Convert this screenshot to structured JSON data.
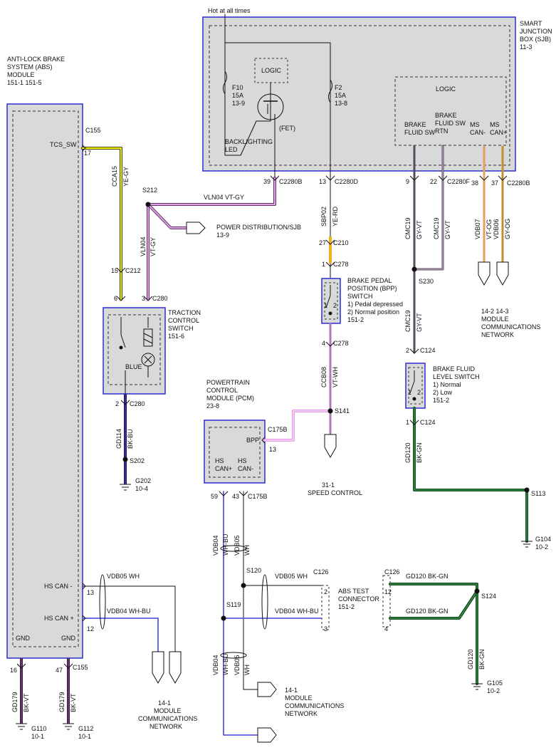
{
  "sjb": {
    "title_lines": [
      "SMART",
      "JUNCTION",
      "BOX (SJB)",
      "11-3"
    ],
    "hot_label": "Hot at all times",
    "logic1": "LOGIC",
    "logic2": "LOGIC",
    "fet": "(FET)",
    "f10": [
      "F10",
      "15A",
      "13-9"
    ],
    "f2": [
      "F2",
      "15A",
      "13-8"
    ],
    "backlight": [
      "BACKLIGHTING",
      "LED"
    ],
    "brake_fluid_sw": [
      "BRAKE",
      "FLUID SW"
    ],
    "brake_fluid_sw_rtn": [
      "BRAKE",
      "FLUID SW",
      "RTN"
    ],
    "ms_can_minus": [
      "MS",
      "CAN-"
    ],
    "ms_can_plus": [
      "MS",
      "CAN+"
    ]
  },
  "abs": {
    "title_lines": [
      "ANTI-LOCK BRAKE",
      "SYSTEM (ABS)",
      "MODULE",
      "151-1  151-5"
    ],
    "tcs_sw": "TCS_SW",
    "hs_can_minus": "HS CAN -",
    "hs_can_plus": "HS CAN +",
    "gnd1": "GND",
    "gnd2": "GND"
  },
  "traction": {
    "title_lines": [
      "TRACTION",
      "CONTROL",
      "SWITCH",
      "151-6"
    ],
    "blue": "BLUE"
  },
  "pcm": {
    "title_lines": [
      "POWERTRAIN",
      "CONTROL",
      "MODULE (PCM)",
      "23-8"
    ],
    "bpp": "BPP",
    "hs_can_plus": [
      "HS",
      "CAN+"
    ],
    "hs_can_minus": [
      "HS",
      "CAN-"
    ]
  },
  "bpp_switch": {
    "title_lines": [
      "BRAKE PEDAL",
      "POSITION (BPP)",
      "SWITCH",
      "1) Pedal depressed",
      "2) Normal position",
      "151-2"
    ],
    "pos1": "1",
    "pos2": "2"
  },
  "bfl_switch": {
    "title_lines": [
      "BRAKE FLUID",
      "LEVEL SWITCH",
      "1) Normal",
      "2) Low",
      "151-2"
    ],
    "pos1": "1",
    "pos2": "2"
  },
  "abs_test": {
    "title_lines": [
      "ABS TEST",
      "CONNECTOR",
      "151-2"
    ]
  },
  "connectors": {
    "c155": "C155",
    "c155_pin_a": "17",
    "c155_b": "C155",
    "c155_pin_b": "47",
    "c155_pin_16": "16",
    "c212": "C212",
    "c212_pin": "15",
    "c280_top": "C280",
    "c280_pin6": "6",
    "c280_pin3": "3",
    "c280_bot": "C280",
    "c280_pin2": "2",
    "c2280b_a": "C2280B",
    "pin39": "39",
    "c2280d": "C2280D",
    "pin13": "13",
    "c2280f": "C2280F",
    "pin9": "9",
    "pin22": "22",
    "c2280b_b": "C2280B",
    "pin38": "38",
    "pin37": "37",
    "c210": "C210",
    "pin27": "27",
    "c278_top": "C278",
    "pin1_c278": "1",
    "c278_bot": "C278",
    "pin4_c278": "4",
    "c175b_a": "C175B",
    "pin13_c175b": "13",
    "c175b_b": "C175B",
    "pin59": "59",
    "pin43": "43",
    "c124_a": "C124",
    "pin2_c124": "2",
    "c124_b": "C124",
    "pin1_c124": "1",
    "c126_a": "C126",
    "pin2_c126": "2",
    "pin3_c126": "3",
    "c126_b": "C126",
    "pin12_c126": "12",
    "pin4_c126": "4",
    "pin13_abs": "13",
    "pin12_abs": "12"
  },
  "splices": {
    "s212": "S212",
    "s202": "S202",
    "s141": "S141",
    "s230": "S230",
    "s113": "S113",
    "s120": "S120",
    "s119": "S119",
    "s124": "S124"
  },
  "grounds": {
    "g202": [
      "G202",
      "10-4"
    ],
    "g104": [
      "G104",
      "10-2"
    ],
    "g105": [
      "G105",
      "10-2"
    ],
    "g110": [
      "G110",
      "10-1"
    ],
    "g112": [
      "G112",
      "10-1"
    ]
  },
  "circuits": {
    "cca15": [
      "CCA15",
      "YE-GY"
    ],
    "vln04_h": "VLN04   VT-GY",
    "vln04_v": [
      "VLN04",
      "VT-GY"
    ],
    "gd114": [
      "GD114",
      "BK-BU"
    ],
    "sbp02": [
      "SBP02",
      "YE-RD"
    ],
    "ccb08": [
      "CCB08",
      "VT-WH"
    ],
    "cmc19_a": [
      "CMC19",
      "GY-VT"
    ],
    "cmc19_b": [
      "CMC19",
      "GY-VT"
    ],
    "cmc19_c": [
      "CMC19",
      "GY-VT"
    ],
    "vdb07": [
      "VDB07",
      "VT-OG"
    ],
    "vdb06": [
      "VDB06",
      "GY-OG"
    ],
    "gd120_v": [
      "GD120",
      "BK-GN"
    ],
    "gd120_v2": [
      "GD120",
      "BK-GN"
    ],
    "gd120_h1": "GD120   BK-GN",
    "gd120_h2": "GD120   BK-GN",
    "vdb05_h1": "VDB05    WH",
    "vdb04_h1": "VDB04    WH-BU",
    "vdb05_h2": "VDB05    WH",
    "vdb04_h2": "VDB04    WH-BU",
    "vdb04_v": [
      "VDB04",
      "WH-BU"
    ],
    "vdb05_v": [
      "VDB05",
      "WH"
    ],
    "vdb04_v2": [
      "VDB04",
      "WH-BU"
    ],
    "vdb05_v2": [
      "VDB05",
      "WH"
    ],
    "gd179_a": [
      "GD179",
      "BK-VT"
    ],
    "gd179_b": [
      "GD179",
      "BK-VT"
    ]
  },
  "refs": {
    "power_dist": [
      "POWER DISTRIBUTION/SJB",
      "13-9"
    ],
    "speed_control": [
      "31-1",
      "SPEED CONTROL"
    ],
    "mcn_top": [
      "14-2  14-3",
      "MODULE",
      "COMMUNICATIONS",
      "NETWORK"
    ],
    "mcn_left": [
      "14-1",
      "MODULE",
      "COMMUNICATIONS",
      "NETWORK"
    ],
    "mcn_mid": [
      "14-1",
      "MODULE",
      "COMMUNICATIONS",
      "NETWORK"
    ]
  },
  "colors": {
    "box_border": "#2b2bd6",
    "box_fill": "#d9d9d9",
    "yellow": "#f2f200",
    "violet": "#b07ab8",
    "violet_dark": "#6a2b6e",
    "pink": "#e89be8",
    "gray_violet": "#8c7a8e",
    "orange": "#e0a060",
    "orange_yellow": "#f0b020",
    "dark_green": "#14511e",
    "blue_wire": "#5a5ae0",
    "black": "#111111"
  }
}
